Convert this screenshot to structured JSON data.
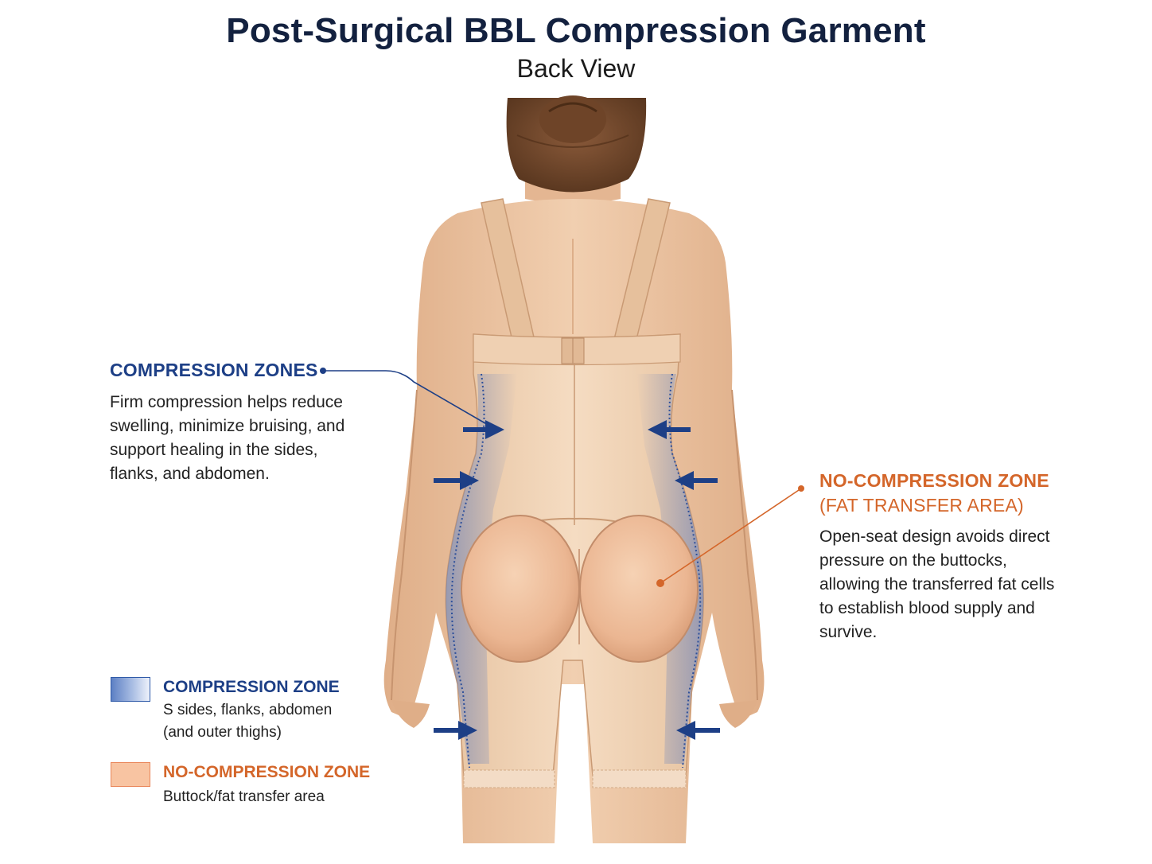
{
  "header": {
    "title": "Post-Surgical BBL Compression Garment",
    "subtitle": "Back View"
  },
  "callouts": {
    "compression": {
      "heading": "COMPRESSION ZONES",
      "body": "Firm compression helps reduce swelling, minimize bruising, and support healing in the sides, flanks, and abdomen."
    },
    "no_compression": {
      "heading": "NO-COMPRESSION ZONE",
      "heading2": "(FAT TRANSFER AREA)",
      "body": "Open-seat design avoids direct pressure on the buttocks, allowing the transferred fat cells to establish blood supply and survive."
    }
  },
  "legend": {
    "compression": {
      "title": "COMPRESSION ZONE",
      "desc1": "S sides, flanks, abdomen",
      "desc2": "(and outer thighs)"
    },
    "no_compression": {
      "title": "NO-COMPRESSION ZONE",
      "desc": "Buttock/fat transfer area"
    }
  },
  "colors": {
    "compression_blue": "#1d3f86",
    "no_compression_orange": "#d4662a",
    "garment": "#f0d3b4",
    "skin": "#e9bf9c",
    "title": "#13213f"
  },
  "icons": {
    "compression_arrow": "arrow-right-icon",
    "callout_dot": "dot-icon"
  }
}
